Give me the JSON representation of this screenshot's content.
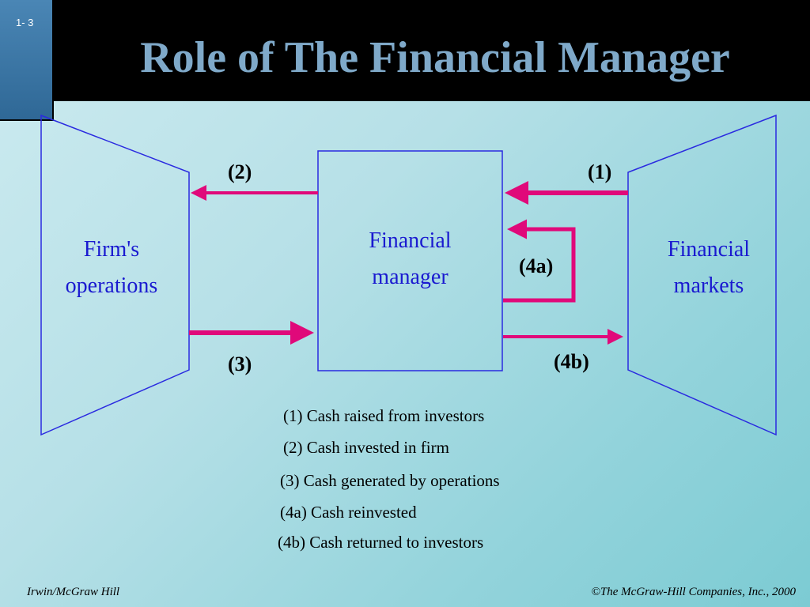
{
  "slide_number": "1- 3",
  "title": "Role of The Financial Manager",
  "nodes": {
    "firm_operations": [
      "Firm's",
      "operations"
    ],
    "financial_manager": [
      "Financial",
      "manager"
    ],
    "financial_markets": [
      "Financial",
      "markets"
    ]
  },
  "arrow_labels": {
    "a1": "(1)",
    "a2": "(2)",
    "a3": "(3)",
    "a4a": "(4a)",
    "a4b": "(4b)"
  },
  "legend": [
    "(1) Cash raised from investors",
    "(2) Cash invested in firm",
    "(3) Cash generated by operations",
    "(4a) Cash reinvested",
    "(4b) Cash returned to investors"
  ],
  "footer": {
    "left": "Irwin/McGraw Hill",
    "right": "©The McGraw-Hill Companies, Inc., 2000"
  },
  "colors": {
    "arrow": "#e0097a",
    "node_outline": "#2a2ae0",
    "node_text": "#1a1ad0",
    "title": "#7fa9c9"
  }
}
